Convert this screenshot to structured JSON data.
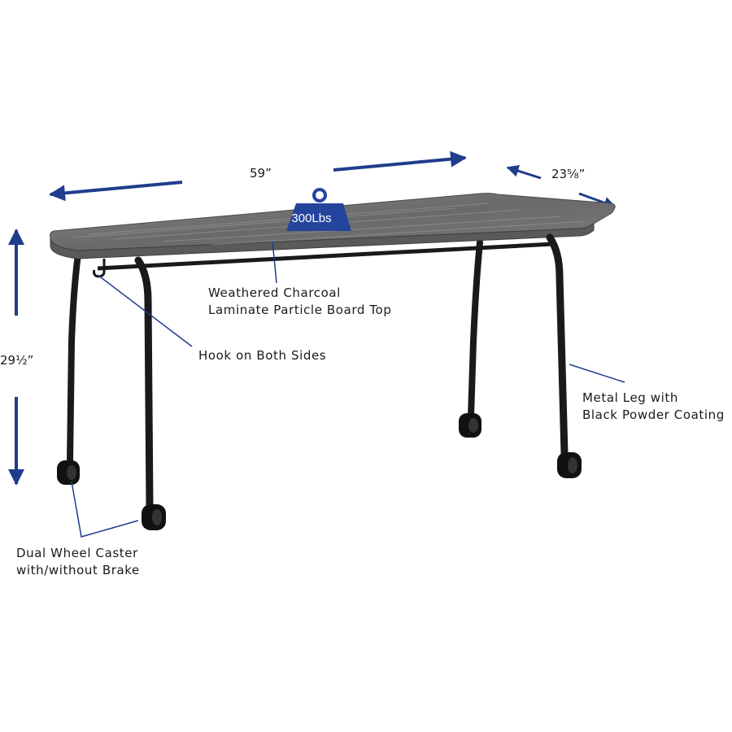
{
  "dimensions": {
    "width": "59”",
    "depth": "23⁵⁄₈”",
    "height": "29¹⁄₂”"
  },
  "weight_capacity": "300Lbs",
  "callouts": {
    "top": [
      "Weathered Charcoal",
      "Laminate Particle Board Top"
    ],
    "hook": [
      "Hook on Both Sides"
    ],
    "leg": [
      "Metal Leg with",
      "Black Powder Coating"
    ],
    "caster": [
      "Dual Wheel Caster",
      "with/without Brake"
    ]
  },
  "colors": {
    "arrow": "#1f3d8c",
    "badge": "#24459e",
    "tabletop": "#6e6e6e",
    "frame": "#1a1a1a"
  }
}
